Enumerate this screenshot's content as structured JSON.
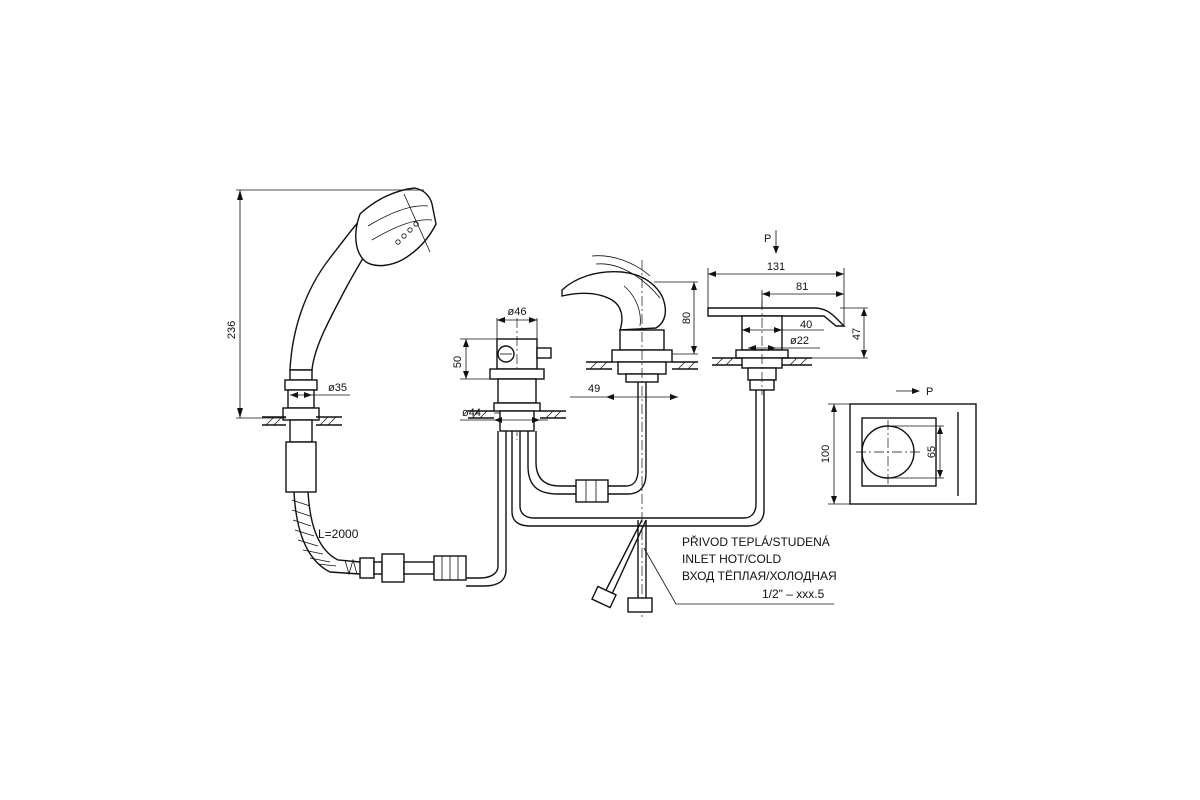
{
  "dimensions": {
    "shower_height": "236",
    "shower_connector_dia": "ø35",
    "hose_length": "L=2000",
    "diverter_dia": "ø46",
    "diverter_height": "50",
    "diverter_base_dia": "ø44",
    "mixer_offset": "49",
    "mixer_height": "80",
    "spout_length": "131",
    "spout_depth": "81",
    "spout_height": "47",
    "spout_base": "40",
    "spout_base_dia": "ø22",
    "view_height": "100",
    "view_circle": "65"
  },
  "markers": {
    "direction_top": "P",
    "direction_side": "P"
  },
  "notes": {
    "line1": "PŘIVOD TEPLÁ/STUDENÁ",
    "line2": "INLET HOT/COLD",
    "line3": "ВХОД ТЁПЛАЯ/ХОЛОДНАЯ",
    "line4": "1/2\" – xxx.5"
  }
}
